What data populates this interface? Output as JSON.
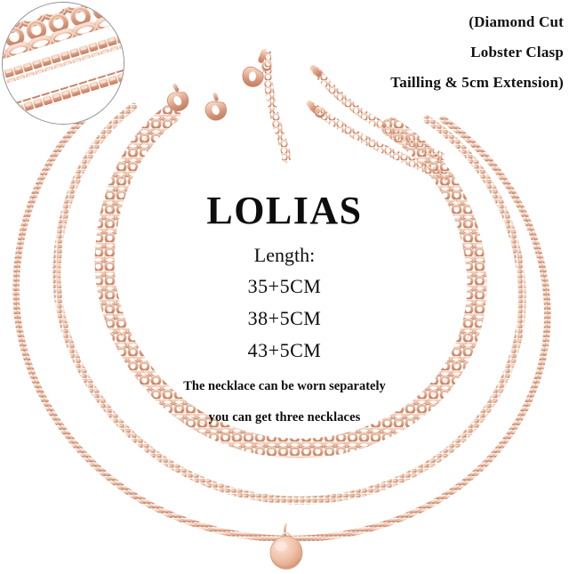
{
  "product": {
    "brand": "LOLIAS",
    "background_color": "#ffffff",
    "metal_color": "#e0a98c",
    "metal_highlight": "#f7ddcd",
    "metal_shadow": "#c07f62"
  },
  "spec_note": {
    "lines": [
      "(Diamond Cut",
      "Lobster Clasp",
      "Tailling & 5cm Extension)"
    ]
  },
  "center_panel": {
    "brand": "LOLIAS",
    "length_label": "Length:",
    "lengths": [
      "35+5CM",
      "38+5CM",
      "43+5CM"
    ],
    "taglines": [
      "The necklace can be worn separately",
      "you can get three necklaces"
    ]
  },
  "inset": {
    "label": "chain-detail-magnifier",
    "chains": [
      "cuban-curb-chain",
      "box-chain-flat-link",
      "box-chain"
    ]
  },
  "necklaces": [
    {
      "name": "cuban-chain-35cm",
      "style": "curb",
      "length": "35+5CM"
    },
    {
      "name": "flat-link-chain-38cm",
      "style": "flat-link",
      "length": "38+5CM"
    },
    {
      "name": "box-chain-43cm",
      "style": "box",
      "length": "43+5CM"
    }
  ],
  "hardware": {
    "clasps": "lobster-clasp",
    "extension": "5cm Extension",
    "pendant": "round-disc-pendant"
  }
}
